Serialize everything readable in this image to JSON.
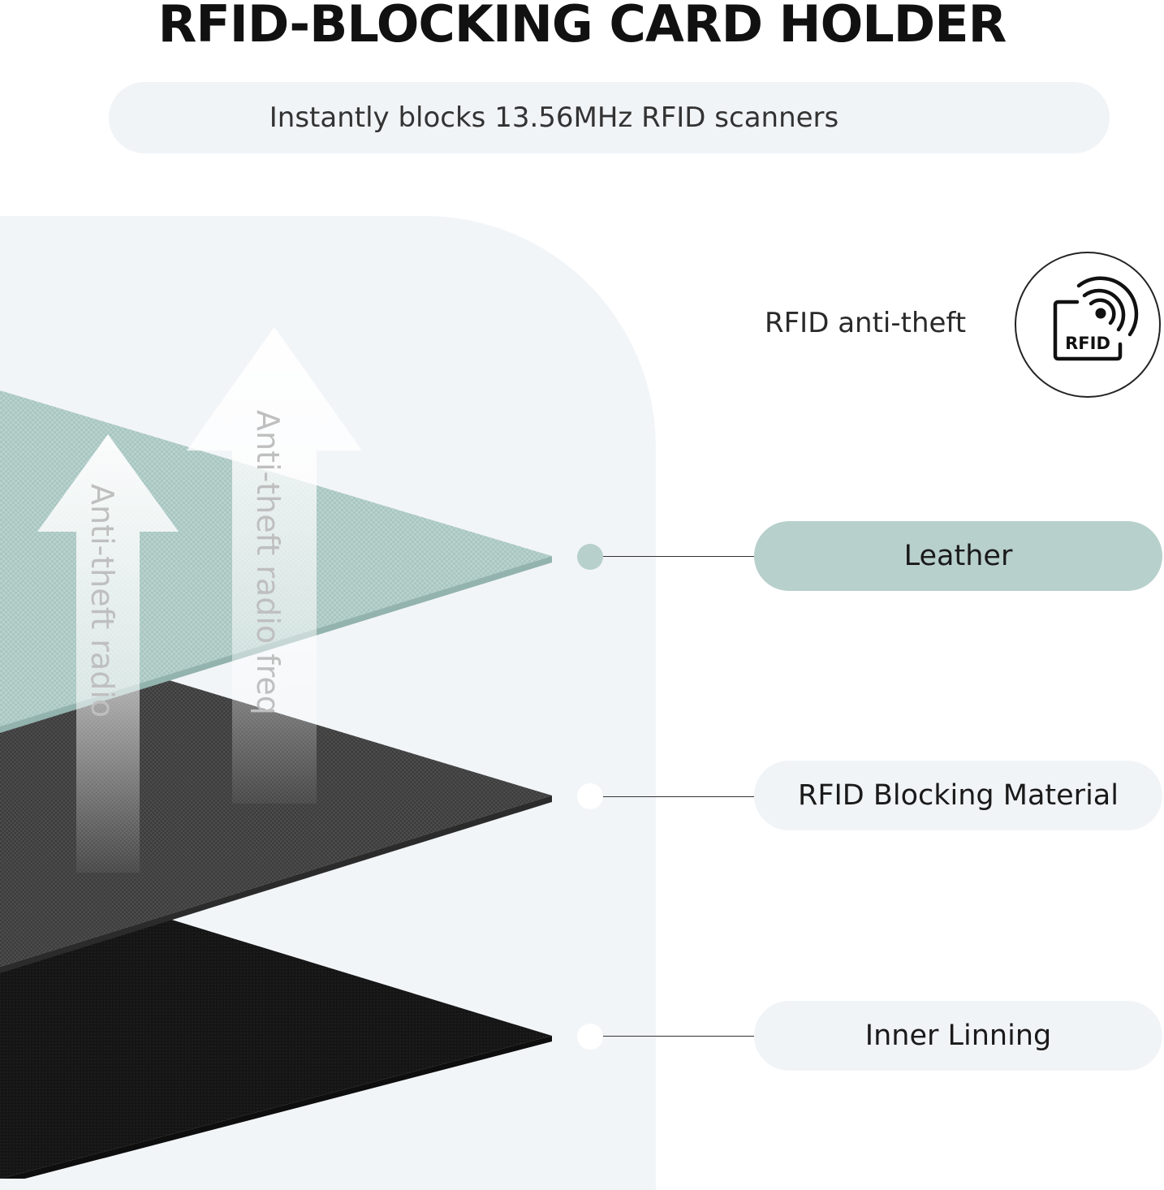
{
  "header": {
    "title": "RFID-BLOCKING CARD HOLDER",
    "subtitle": "Instantly blocks 13.56MHz RFID scanners"
  },
  "feature": {
    "antitheft_label": "RFID anti-theft",
    "badge_text": "RFID",
    "icon": "rfid-signal-card-icon"
  },
  "layers": [
    {
      "label": "Leather",
      "color": "#b8d0cc"
    },
    {
      "label": "RFID Blocking Material",
      "color": "#4a4a4a"
    },
    {
      "label": "Inner Linning",
      "color": "#1c1c1c"
    }
  ],
  "arrows": {
    "text_left": "Anti-theft radio",
    "text_right": "Anti-theft radio freq"
  },
  "colors": {
    "panel_bg": "#f2f5f8",
    "pill_bg": "#f1f4f7",
    "leather": "#b8d0cc",
    "blocking": "#454545",
    "lining": "#181818"
  }
}
